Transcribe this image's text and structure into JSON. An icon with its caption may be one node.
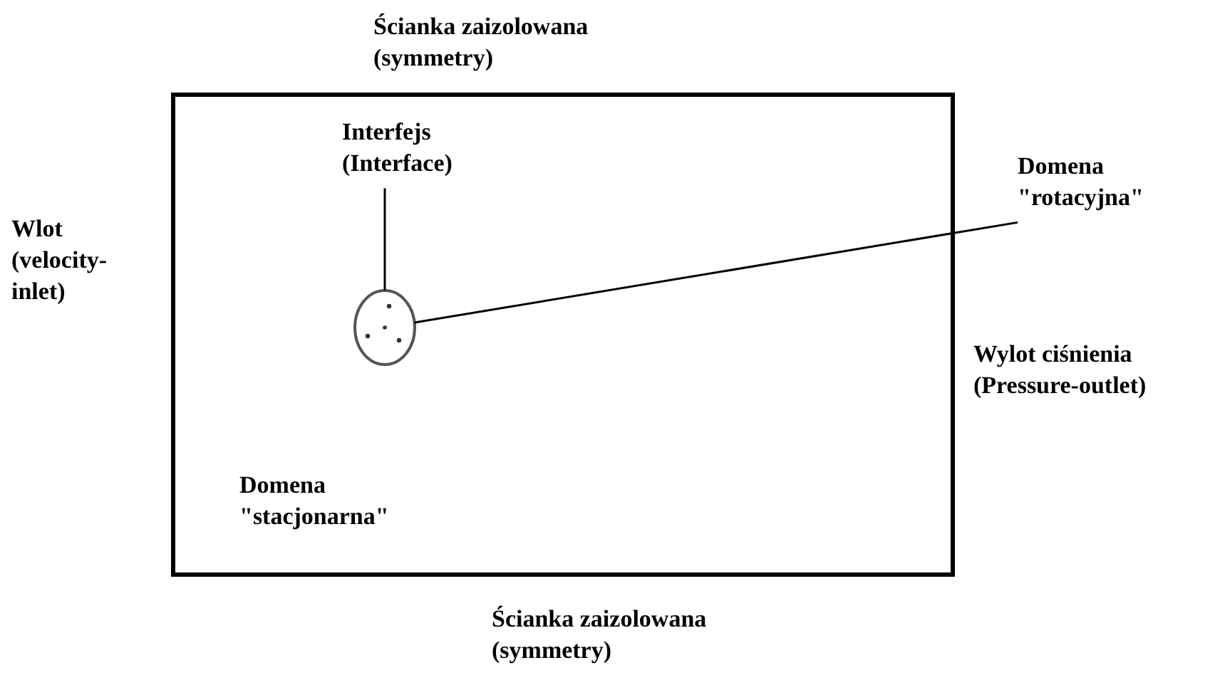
{
  "diagram": {
    "nodes": [
      {
        "text": [
          "Domena \"stacjonarna\""
        ]
      },
      {
        "text": [],
        "shape": "circle",
        "in": 0
      },
      {
        "text": [
          "Interfejs (Interface)"
        ],
        "in": 0
      },
      {
        "text": [
          "Domena \"rotacyjna\""
        ]
      }
    ],
    "edges": [
      {
        "from": 2,
        "to": 1,
        "arrow": "none"
      },
      {
        "from": 3,
        "to": 1,
        "arrow": "none"
      }
    ],
    "labels": [
      "Ścianka zaizolowana (symmetry)",
      "Wlot (velocity-inlet)",
      "Wylot ciśnienia (Pressure-outlet)",
      "Ścianka zaizolowana (symmetry)"
    ]
  }
}
